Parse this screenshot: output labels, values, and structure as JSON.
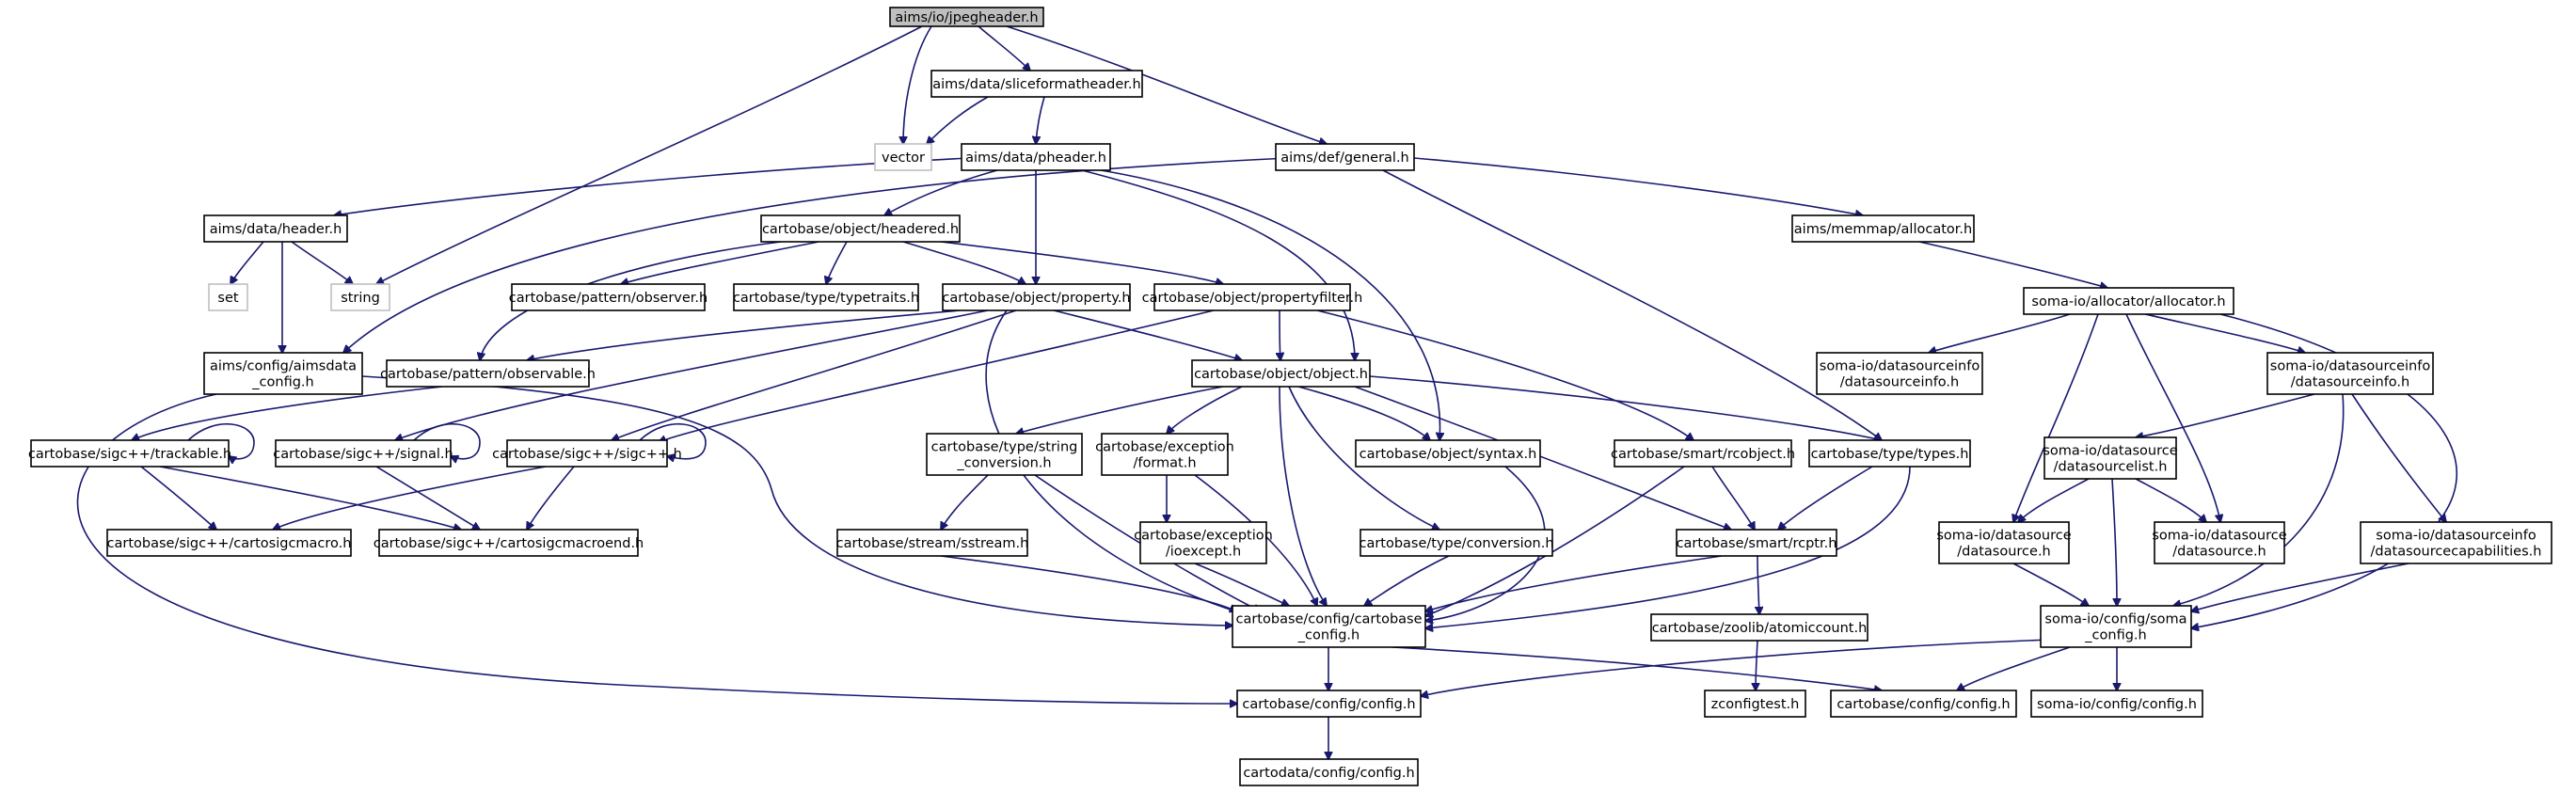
{
  "diagram": {
    "type": "include-dependency-graph",
    "colors": {
      "edge": "#191970",
      "root_fill": "#bfbfbf",
      "node_border": "#000000",
      "external_border": "#bfbfbf"
    },
    "nodes": [
      {
        "id": "n_jpeg",
        "label": "aims/io/jpegheader.h",
        "kind": "root"
      },
      {
        "id": "n_vector",
        "label": "vector",
        "kind": "external"
      },
      {
        "id": "n_slice",
        "label": "aims/data/sliceformatheader.h"
      },
      {
        "id": "n_pheader",
        "label": "aims/data/pheader.h"
      },
      {
        "id": "n_general",
        "label": "aims/def/general.h"
      },
      {
        "id": "n_header",
        "label": "aims/data/header.h"
      },
      {
        "id": "n_string",
        "label": "string",
        "kind": "external"
      },
      {
        "id": "n_set",
        "label": "set",
        "kind": "external"
      },
      {
        "id": "n_aimsconfig",
        "label": "aims/config/aimsdata\n_config.h"
      },
      {
        "id": "n_headered",
        "label": "cartobase/object/headered.h"
      },
      {
        "id": "n_observer",
        "label": "cartobase/pattern/observer.h"
      },
      {
        "id": "n_typetraits",
        "label": "cartobase/type/typetraits.h"
      },
      {
        "id": "n_property",
        "label": "cartobase/object/property.h"
      },
      {
        "id": "n_propfilter",
        "label": "cartobase/object/propertyfilter.h"
      },
      {
        "id": "n_observable",
        "label": "cartobase/pattern/observable.h"
      },
      {
        "id": "n_object",
        "label": "cartobase/object/object.h"
      },
      {
        "id": "n_trackable",
        "label": "cartobase/sigc++/trackable.h"
      },
      {
        "id": "n_signal",
        "label": "cartobase/sigc++/signal.h"
      },
      {
        "id": "n_sigcpp",
        "label": "cartobase/sigc++/sigc++.h"
      },
      {
        "id": "n_sigcmacro",
        "label": "cartobase/sigc++/cartosigcmacro.h"
      },
      {
        "id": "n_sigcmacroend",
        "label": "cartobase/sigc++/cartosigcmacroend.h"
      },
      {
        "id": "n_strconv",
        "label": "cartobase/type/string\n_conversion.h"
      },
      {
        "id": "n_excformat",
        "label": "cartobase/exception\n/format.h"
      },
      {
        "id": "n_syntax",
        "label": "cartobase/object/syntax.h"
      },
      {
        "id": "n_rcobject",
        "label": "cartobase/smart/rcobject.h"
      },
      {
        "id": "n_types",
        "label": "cartobase/type/types.h"
      },
      {
        "id": "n_sstream",
        "label": "cartobase/stream/sstream.h"
      },
      {
        "id": "n_ioexcept",
        "label": "cartobase/exception\n/ioexcept.h"
      },
      {
        "id": "n_conversion",
        "label": "cartobase/type/conversion.h"
      },
      {
        "id": "n_rcptr",
        "label": "cartobase/smart/rcptr.h"
      },
      {
        "id": "n_cbconfig",
        "label": "cartobase/config/cartobase\n_config.h"
      },
      {
        "id": "n_atomic",
        "label": "cartobase/zoolib/atomiccount.h"
      },
      {
        "id": "n_zconfig",
        "label": "zconfigtest.h"
      },
      {
        "id": "n_config1",
        "label": "cartobase/config/config.h"
      },
      {
        "id": "n_config2",
        "label": "cartobase/config/config.h"
      },
      {
        "id": "n_cdconfig",
        "label": "cartodata/config/config.h"
      },
      {
        "id": "n_memalloc",
        "label": "aims/memmap/allocator.h"
      },
      {
        "id": "n_somaalloc",
        "label": "soma-io/allocator/allocator.h"
      },
      {
        "id": "n_dsi1",
        "label": "soma-io/datasourceinfo\n/datasourceinfo.h"
      },
      {
        "id": "n_dsi2",
        "label": "soma-io/datasourceinfo\n/datasourceinfo.h"
      },
      {
        "id": "n_dslist",
        "label": "soma-io/datasource\n/datasourcelist.h"
      },
      {
        "id": "n_ds1",
        "label": "soma-io/datasource\n/datasource.h"
      },
      {
        "id": "n_ds2",
        "label": "soma-io/datasource\n/datasource.h"
      },
      {
        "id": "n_dscap",
        "label": "soma-io/datasourceinfo\n/datasourcecapabilities.h"
      },
      {
        "id": "n_somaconfig",
        "label": "soma-io/config/soma\n_config.h"
      },
      {
        "id": "n_somaconfig2",
        "label": "soma-io/config/config.h"
      }
    ]
  }
}
